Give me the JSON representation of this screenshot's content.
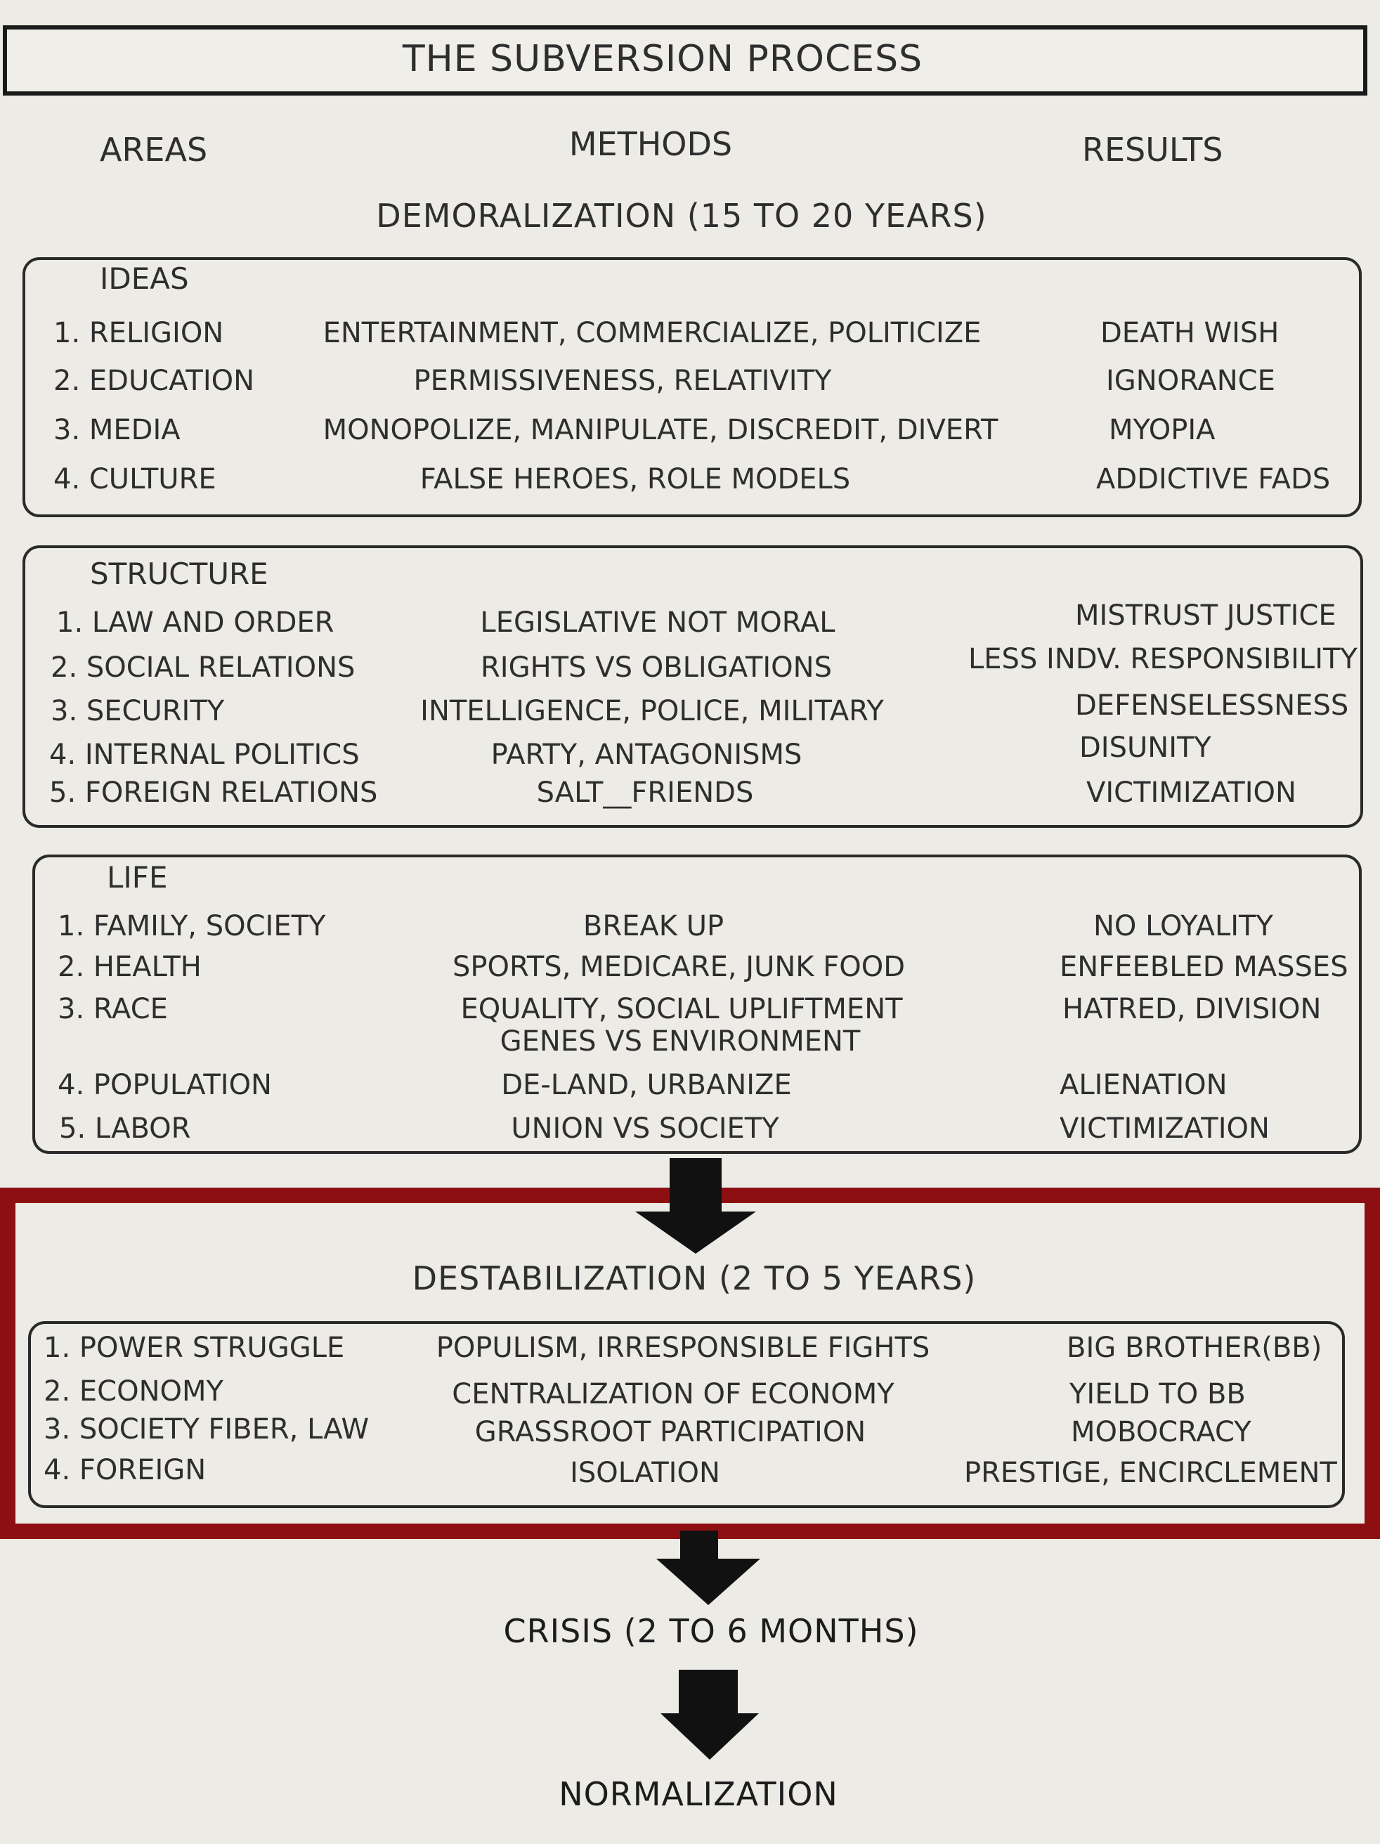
{
  "title": "THE SUBVERSION PROCESS",
  "columns": {
    "areas": "AREAS",
    "methods": "METHODS",
    "results": "RESULTS"
  },
  "demoralization": {
    "heading": "DEMORALIZATION (15 TO 20 YEARS)",
    "ideas": {
      "heading": "IDEAS",
      "rows": [
        {
          "area": "1.  RELIGION",
          "method": "ENTERTAINMENT, COMMERCIALIZE, POLITICIZE",
          "result": "DEATH WISH"
        },
        {
          "area": "2. EDUCATION",
          "method": "PERMISSIVENESS, RELATIVITY",
          "result": "IGNORANCE"
        },
        {
          "area": "3. MEDIA",
          "method": "MONOPOLIZE, MANIPULATE, DISCREDIT, DIVERT",
          "result": "MYOPIA"
        },
        {
          "area": "4. CULTURE",
          "method": "FALSE HEROES, ROLE MODELS",
          "result": "ADDICTIVE FADS"
        }
      ]
    },
    "structure": {
      "heading": "STRUCTURE",
      "rows": [
        {
          "area": "1. LAW AND ORDER",
          "method": "LEGISLATIVE NOT MORAL",
          "result": "MISTRUST JUSTICE"
        },
        {
          "area": "2. SOCIAL RELATIONS",
          "method": "RIGHTS VS OBLIGATIONS",
          "result": "LESS INDV. RESPONSIBILITY"
        },
        {
          "area": "3. SECURITY",
          "method": "INTELLIGENCE, POLICE, MILITARY",
          "result": "DEFENSELESSNESS"
        },
        {
          "area": "4. INTERNAL POLITICS",
          "method": "PARTY, ANTAGONISMS",
          "result": "DISUNITY"
        },
        {
          "area": "5. FOREIGN RELATIONS",
          "method": "SALT__FRIENDS",
          "result": "VICTIMIZATION"
        }
      ]
    },
    "life": {
      "heading": "LIFE",
      "rows": [
        {
          "area": "1. FAMILY, SOCIETY",
          "method": "BREAK UP",
          "result": "NO LOYALITY"
        },
        {
          "area": "2. HEALTH",
          "method": "SPORTS, MEDICARE, JUNK FOOD",
          "result": "ENFEEBLED MASSES"
        },
        {
          "area": "3. RACE",
          "method": "EQUALITY, SOCIAL UPLIFTMENT",
          "method2": "GENES VS ENVIRONMENT",
          "result": "HATRED, DIVISION"
        },
        {
          "area": "4. POPULATION",
          "method": "DE-LAND, URBANIZE",
          "result": "ALIENATION"
        },
        {
          "area": "5. LABOR",
          "method": "UNION VS SOCIETY",
          "result": "VICTIMIZATION"
        }
      ]
    }
  },
  "destabilization": {
    "heading": "DESTABILIZATION (2 TO 5 YEARS)",
    "rows": [
      {
        "area": "1. POWER STRUGGLE",
        "method": "POPULISM, IRRESPONSIBLE FIGHTS",
        "result": "BIG BROTHER(BB)"
      },
      {
        "area": "2. ECONOMY",
        "method": "CENTRALIZATION OF ECONOMY",
        "result": "YIELD TO BB"
      },
      {
        "area": "3. SOCIETY FIBER, LAW",
        "method": "GRASSROOT PARTICIPATION",
        "result": "MOBOCRACY"
      },
      {
        "area": "4. FOREIGN",
        "method": "ISOLATION",
        "result": "PRESTIGE, ENCIRCLEMENT"
      }
    ]
  },
  "crisis": "CRISIS (2 TO 6 MONTHS)",
  "normalization": "NORMALIZATION",
  "colors": {
    "frame": "#8e0f12",
    "background": "#edebe6",
    "ink": "#2e2e2e"
  }
}
